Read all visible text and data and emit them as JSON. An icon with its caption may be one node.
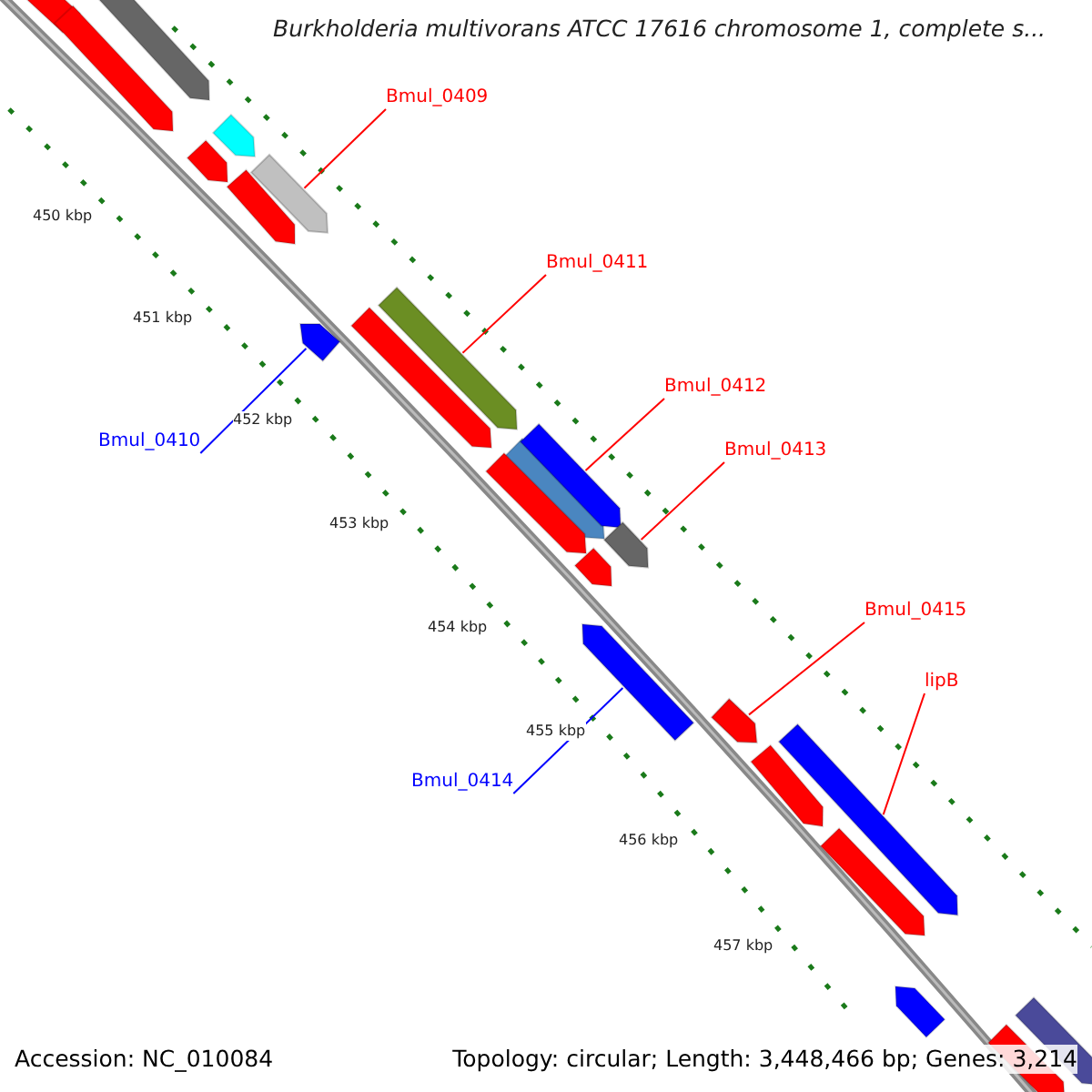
{
  "diagram": {
    "title": "Burkholderia multivorans ATCC 17616 chromosome 1, complete s...",
    "nodes": [
      {
        "text": [
          "Bmul_0409"
        ]
      },
      {
        "text": [],
        "shape": "bar"
      },
      {
        "text": [
          "Bmul_0411"
        ]
      },
      {
        "text": [],
        "shape": "bar"
      },
      {
        "text": [
          "Bmul_0410"
        ]
      },
      {
        "text": [],
        "shape": "bar"
      },
      {
        "text": [
          "Bmul_0412"
        ]
      },
      {
        "text": [],
        "shape": "bar"
      },
      {
        "text": [
          "Bmul_0413"
        ]
      },
      {
        "text": [],
        "shape": "bar"
      },
      {
        "text": [
          "Bmul_0415"
        ]
      },
      {
        "text": [],
        "shape": "bar"
      },
      {
        "text": [
          "lipB"
        ]
      },
      {
        "text": [],
        "shape": "bar"
      },
      {
        "text": [
          "Bmul_0414"
        ]
      },
      {
        "text": [],
        "shape": "bar"
      }
    ],
    "edges": [
      {
        "from": 0,
        "to": 1,
        "arrow": "none"
      },
      {
        "from": 2,
        "to": 3,
        "arrow": "none"
      },
      {
        "from": 4,
        "to": 5,
        "arrow": "none",
        "color": "#0000ff"
      },
      {
        "from": 6,
        "to": 7,
        "arrow": "none"
      },
      {
        "from": 8,
        "to": 9,
        "arrow": "none"
      },
      {
        "from": 10,
        "to": 11,
        "arrow": "none"
      },
      {
        "from": 12,
        "to": 13,
        "arrow": "none"
      },
      {
        "from": 14,
        "to": 15,
        "arrow": "none",
        "color": "#0000ff"
      }
    ],
    "labels": [
      "450 kbp",
      "451 kbp",
      "452 kbp",
      "453 kbp",
      "454 kbp",
      "455 kbp",
      "456 kbp",
      "457 kbp",
      "Accession: NC_010084",
      "Topology: circular; Length: 3,448,466 bp; Genes: 3,214"
    ]
  }
}
